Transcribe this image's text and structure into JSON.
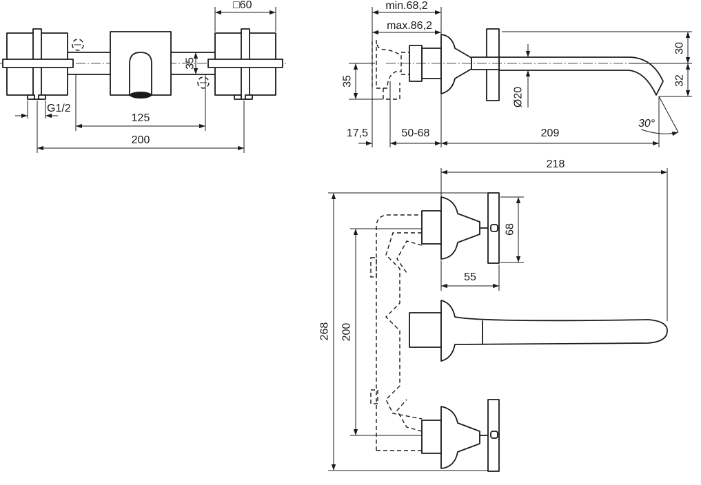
{
  "dimensions": {
    "square_60": "□60",
    "min": "min.68,2",
    "max": "max.86,2",
    "d35_front": "35",
    "d35_side": "35",
    "d30": "30",
    "d32": "32",
    "d20": "Ø20",
    "g12": "G1/2",
    "d125": "125",
    "d200_front": "200",
    "d17_5": "17,5",
    "d50_68": "50-68",
    "d209": "209",
    "angle": "30°",
    "d218": "218",
    "d68": "68",
    "d55": "55",
    "d268": "268",
    "d200_top": "200"
  },
  "colors": {
    "line": "#1a1a1a",
    "background": "#ffffff"
  }
}
